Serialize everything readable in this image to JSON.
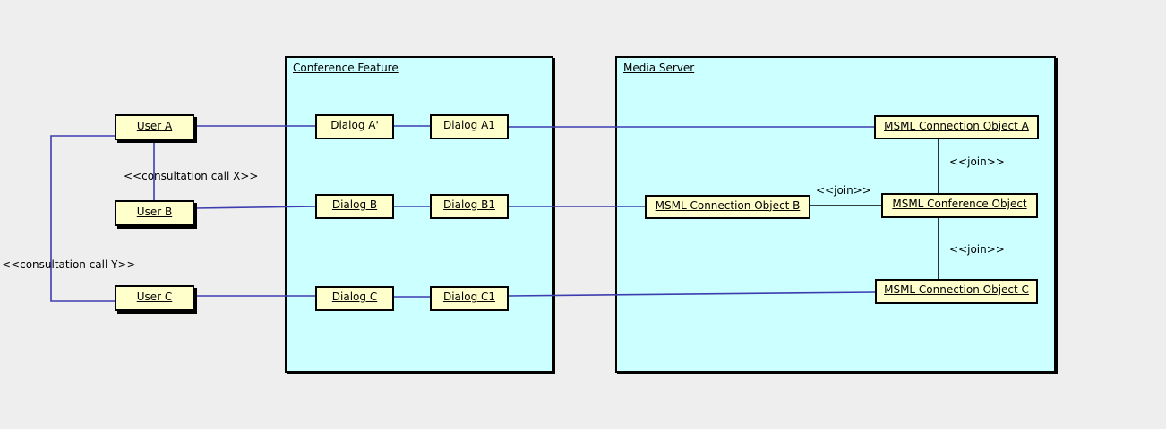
{
  "colors": {
    "bg": "#eeeeee",
    "container_fill": "#ccffff",
    "node_fill": "#ffffcc",
    "border": "#000000",
    "link": "#3d3daf",
    "join": "#000000",
    "text": "#000000"
  },
  "containers": {
    "conference_feature": {
      "label": "Conference Feature"
    },
    "media_server": {
      "label": "Media Server"
    }
  },
  "nodes": {
    "user_a": {
      "label": "User A"
    },
    "user_b": {
      "label": "User B"
    },
    "user_c": {
      "label": "User C"
    },
    "dialog_a_prime": {
      "label": "Dialog A'"
    },
    "dialog_a1": {
      "label": "Dialog A1"
    },
    "dialog_b": {
      "label": "Dialog B"
    },
    "dialog_b1": {
      "label": "Dialog B1"
    },
    "dialog_c": {
      "label": "Dialog C"
    },
    "dialog_c1": {
      "label": "Dialog C1"
    },
    "msml_connection_a": {
      "label": "MSML Connection Object A"
    },
    "msml_connection_b": {
      "label": "MSML Connection Object B"
    },
    "msml_conference": {
      "label": "MSML Conference Object"
    },
    "msml_connection_c": {
      "label": "MSML Connection Object C"
    }
  },
  "stereotypes": {
    "consultation_x": "<<consultation call X>>",
    "consultation_y": "<<consultation call Y>>",
    "join_a": "<<join>>",
    "join_b": "<<join>>",
    "join_c": "<<join>>"
  }
}
